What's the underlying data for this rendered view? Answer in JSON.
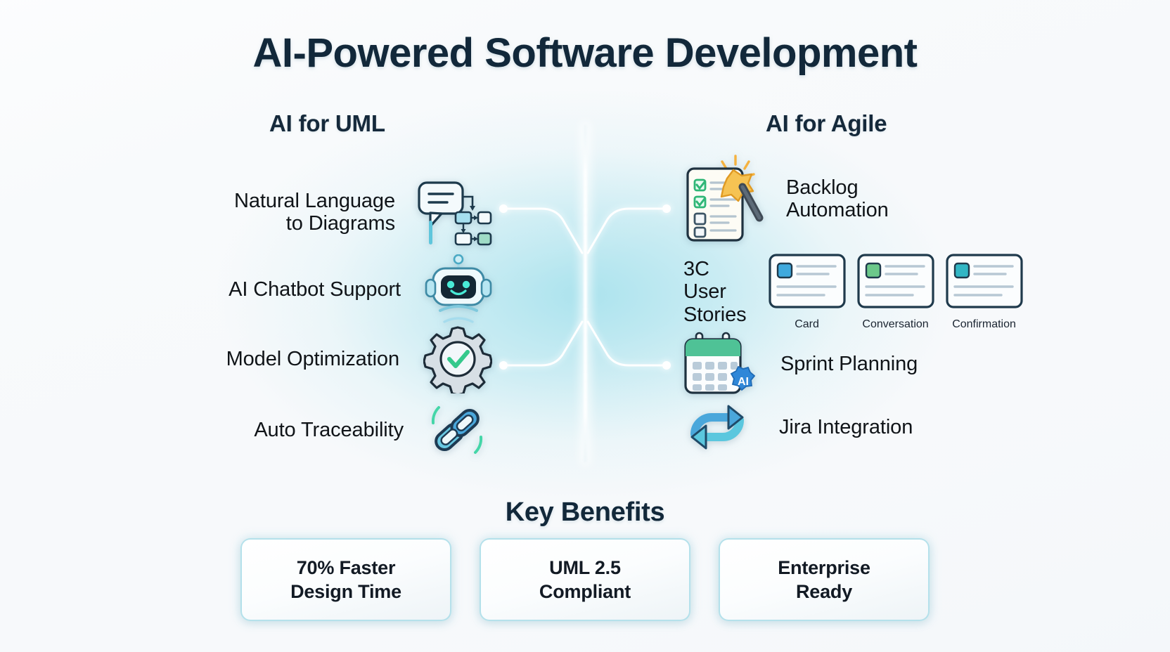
{
  "page": {
    "title": "AI-Powered Software Development"
  },
  "colors": {
    "title_color": "#12283a",
    "accent_cyan": "#5ed2e0",
    "accent_green": "#4cc88a",
    "accent_blue": "#2f87d8",
    "card_border": "#a8dce7",
    "background": "#f7f9fb",
    "center_glow": "#b8e4ec"
  },
  "left_column": {
    "heading": "AI for UML",
    "items": [
      {
        "label_line1": "Natural Language",
        "label_line2": "to Diagrams",
        "icon": "speech-bubble-flowchart-icon"
      },
      {
        "label_line1": "AI Chatbot Support",
        "label_line2": "",
        "icon": "robot-icon"
      },
      {
        "label_line1": "Model Optimization",
        "label_line2": "",
        "icon": "gear-check-icon"
      },
      {
        "label_line1": "Auto Traceability",
        "label_line2": "",
        "icon": "chain-link-icon"
      }
    ]
  },
  "right_column": {
    "heading": "AI for Agile",
    "items": [
      {
        "label_line1": "Backlog",
        "label_line2": "Automation",
        "icon": "checklist-magic-wand-icon"
      },
      {
        "label_line1": "3C User",
        "label_line2": "Stories",
        "icon": "three-cards-icon"
      },
      {
        "label_line1": "Sprint Planning",
        "label_line2": "",
        "icon": "calendar-ai-badge-icon"
      },
      {
        "label_line1": "Jira Integration",
        "label_line2": "",
        "icon": "refresh-cycle-icon"
      }
    ],
    "three_c_cards": [
      {
        "caption": "Card",
        "swatch": "#3fa9dd"
      },
      {
        "caption": "Conversation",
        "swatch": "#6cc88a"
      },
      {
        "caption": "Confirmation",
        "swatch": "#32b6c4"
      }
    ]
  },
  "key_benefits": {
    "heading": "Key Benefits",
    "cards": [
      {
        "line1": "70% Faster",
        "line2": "Design Time"
      },
      {
        "line1": "UML 2.5",
        "line2": "Compliant"
      },
      {
        "line1": "Enterprise",
        "line2": "Ready"
      }
    ]
  }
}
